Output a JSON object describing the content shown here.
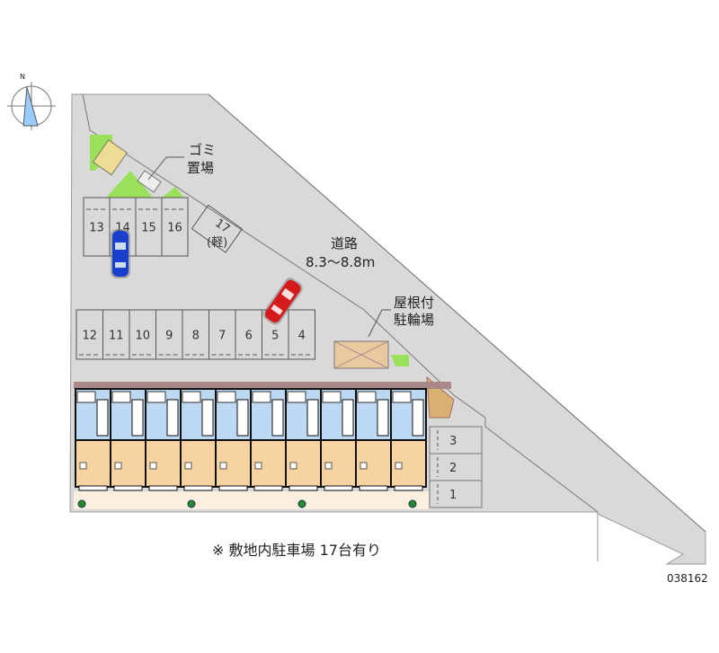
{
  "compass": {
    "north_label": "N"
  },
  "labels": {
    "garbage_line1": "ゴミ",
    "garbage_line2": "置場",
    "road_title": "道路",
    "road_width": "8.3～8.8m",
    "bike_line1": "屋根付",
    "bike_line2": "駐輪場",
    "light_space_number": "17",
    "light_space_note": "(軽)",
    "footer_note": "※ 敷地内駐車場 17台有り",
    "property_code": "038162"
  },
  "parking": {
    "upper_row": [
      "13",
      "14",
      "15",
      "16"
    ],
    "middle_row": [
      "12",
      "11",
      "10",
      "9",
      "8",
      "7",
      "6",
      "5",
      "4"
    ],
    "right_column": [
      "3",
      "2",
      "1"
    ]
  },
  "building": {
    "unit_count": 10
  },
  "colors": {
    "ground": "#d9d9d9",
    "greenery": "#9be05a",
    "unit_upper": "#bcd8f3",
    "unit_lower": "#f8d3a2",
    "car_blue": "#1a3fcc",
    "car_red": "#d41a1a"
  }
}
